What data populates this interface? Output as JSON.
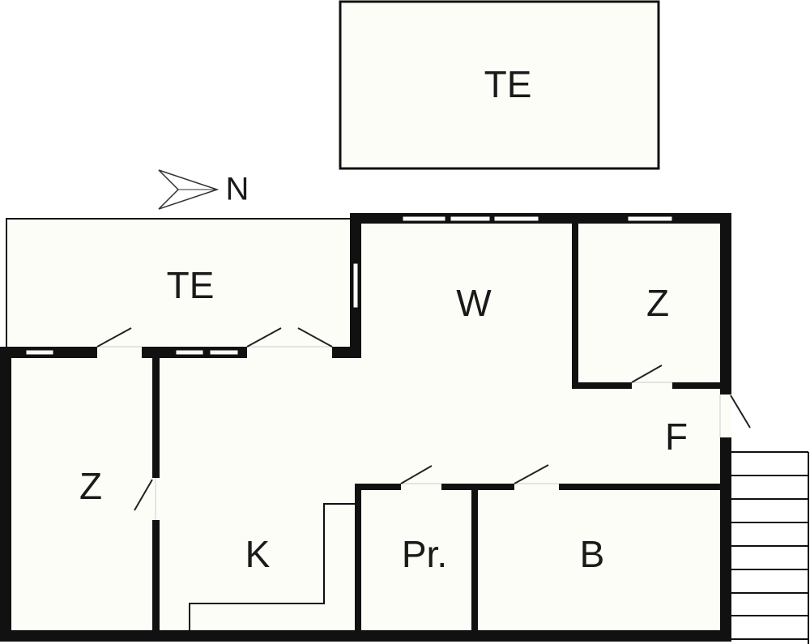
{
  "plan": {
    "rooms": {
      "terrace_top": "TE",
      "terrace_left": "TE",
      "living": "W",
      "bedroom_right": "Z",
      "hall": "F",
      "bedroom_left": "Z",
      "kitchen": "K",
      "pantry": "Pr.",
      "bathroom": "B"
    },
    "north_label": "N"
  }
}
